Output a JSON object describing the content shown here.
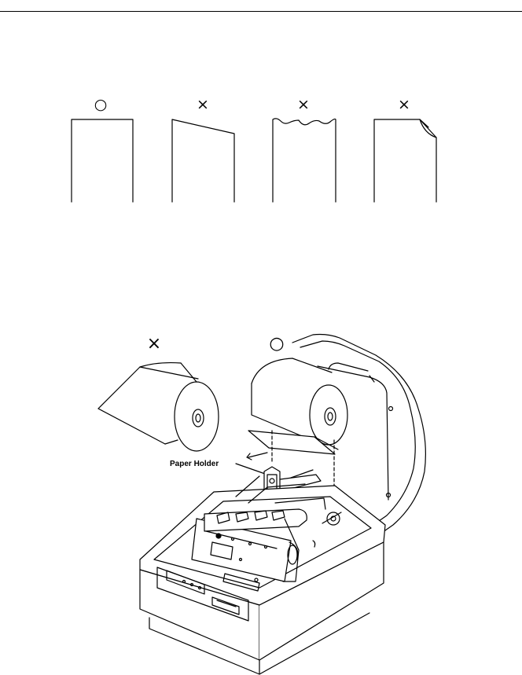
{
  "figure_top": {
    "marks": [
      "○",
      "×",
      "×",
      "×"
    ],
    "samples": [
      "straight-cut-edge",
      "slanted-cut-edge",
      "torn-edge",
      "folded-corner-edge"
    ]
  },
  "figure_bottom": {
    "marks": [
      "×",
      "○"
    ],
    "callout": "Paper Holder"
  },
  "colors": {
    "ink": "#000000",
    "paper": "#ffffff",
    "body_shade": "#f4f4f4"
  }
}
